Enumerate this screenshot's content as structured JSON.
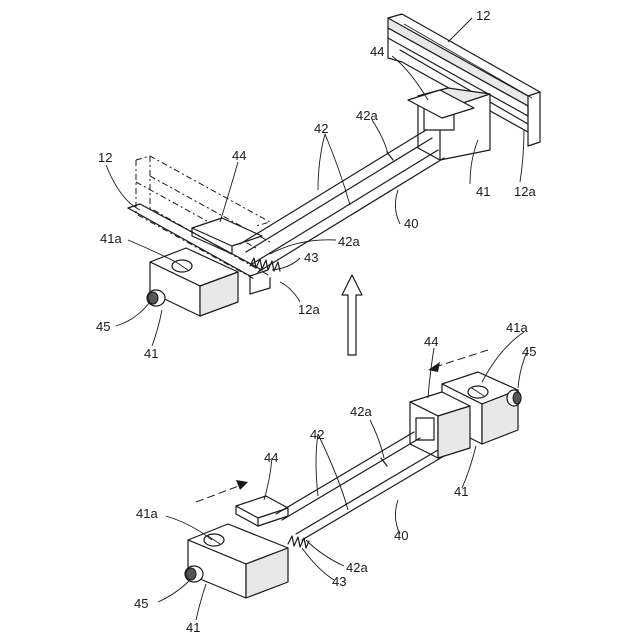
{
  "labels": {
    "member_12": "12",
    "edge_12a": "12a",
    "slider_44": "44",
    "rods_42": "42",
    "mark_42a": "42a",
    "block_41": "41",
    "hole_41a": "41a",
    "spring_43": "43",
    "knob_45": "45",
    "assembly_40": "40"
  }
}
